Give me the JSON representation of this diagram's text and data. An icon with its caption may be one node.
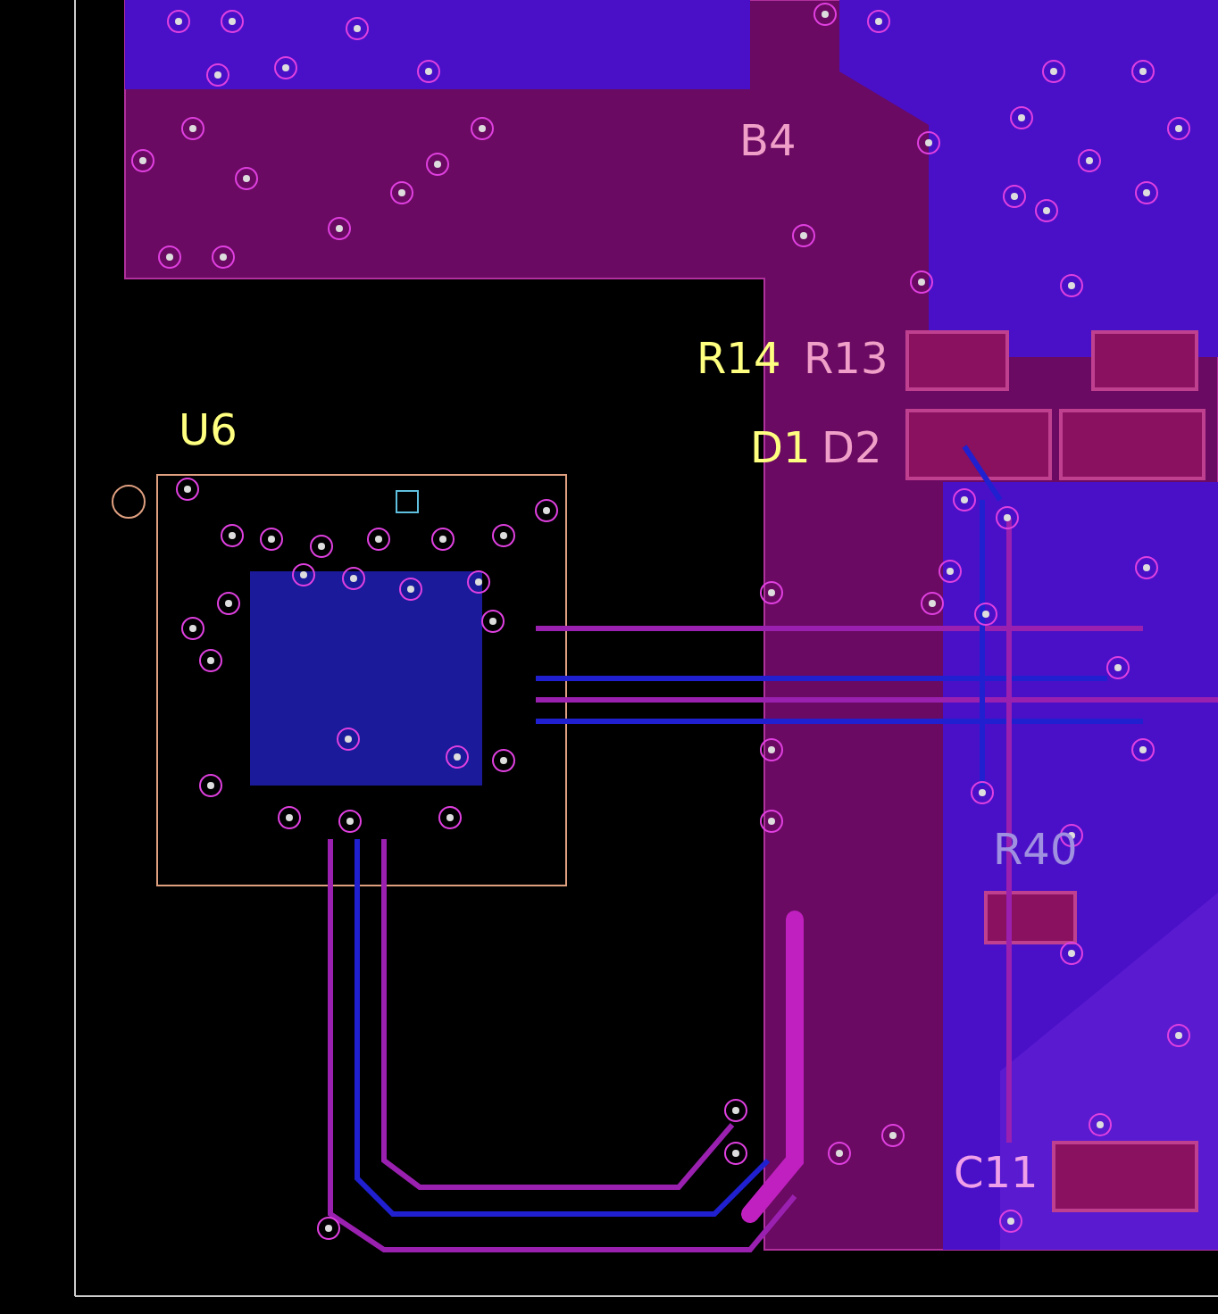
{
  "diagram": {
    "labels": [
      "B4",
      "R14",
      "R13",
      "U6",
      "D1",
      "D2",
      "R40",
      "C11"
    ]
  }
}
